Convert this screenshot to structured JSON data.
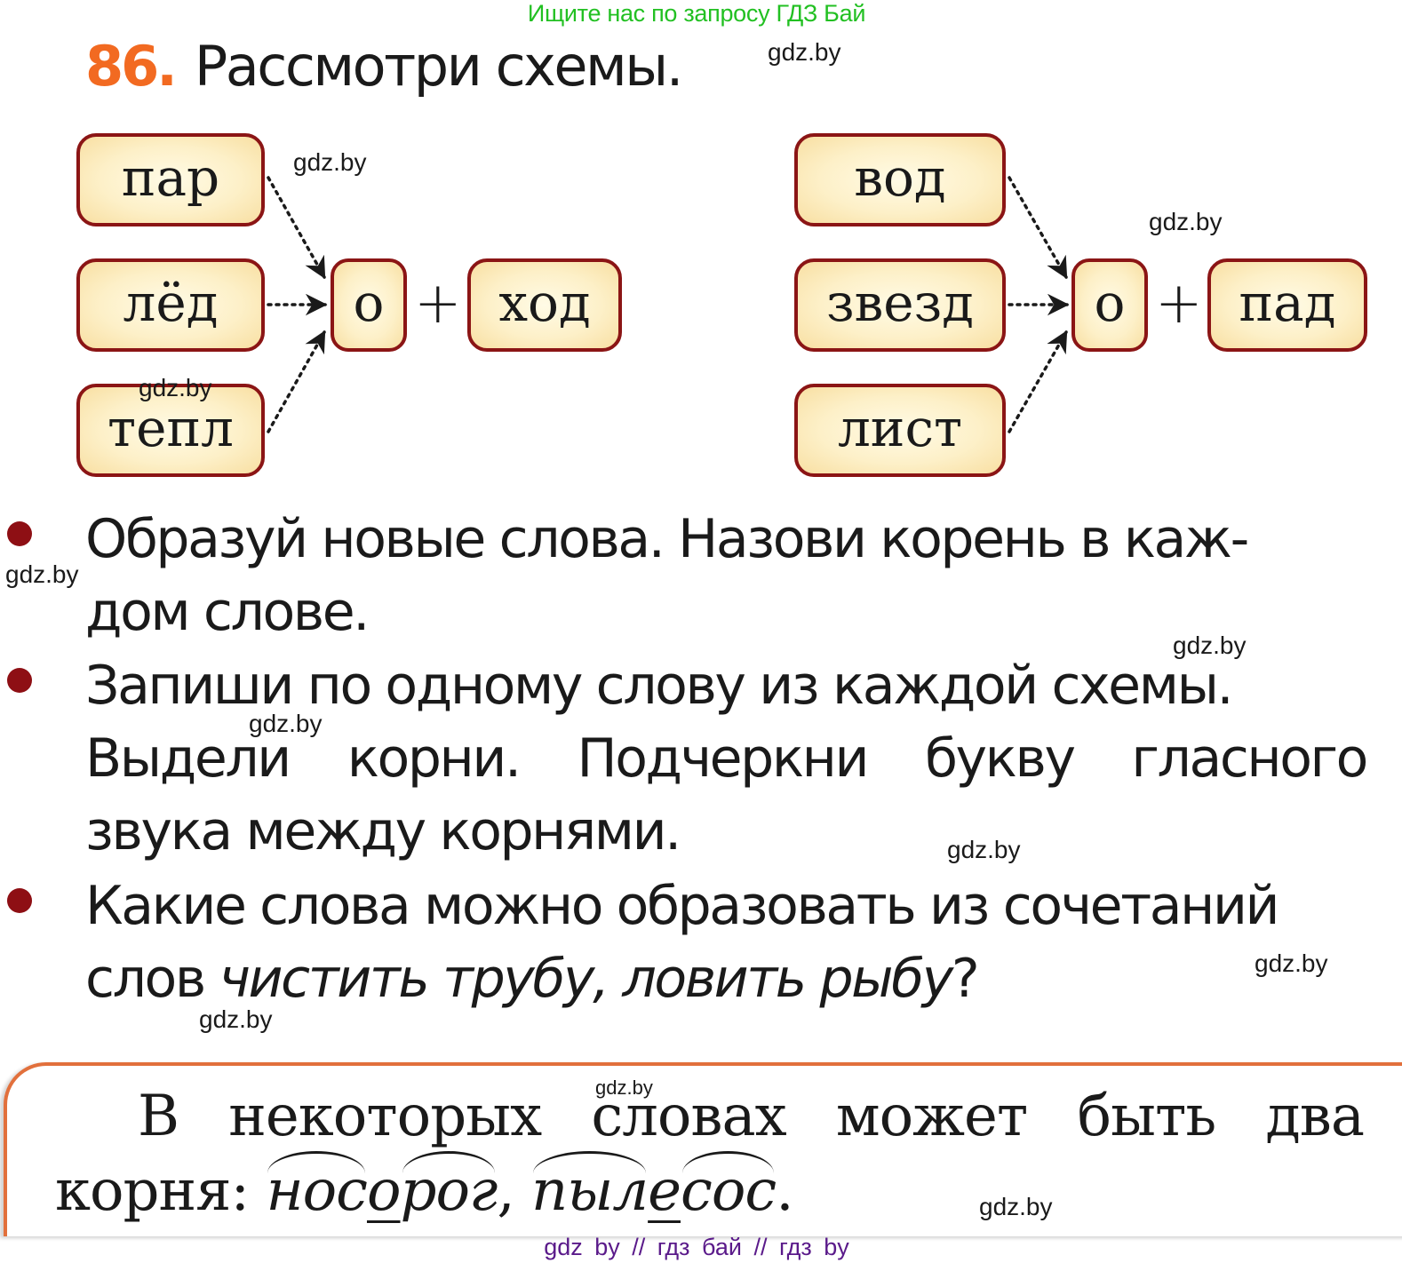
{
  "top_banner": "Ищите нас по запросу ГДЗ Бай",
  "exercise": {
    "number": "86.",
    "title": "Рассмотри схемы."
  },
  "scheme_left": {
    "sources": [
      "пар",
      "лёд",
      "тепл"
    ],
    "connector": "о",
    "plus": "+",
    "target": "ход"
  },
  "scheme_right": {
    "sources": [
      "вод",
      "звезд",
      "лист"
    ],
    "connector": "о",
    "plus": "+",
    "target": "пад"
  },
  "tasks": [
    {
      "line1": "Образуй новые слова. Назови корень в каж-",
      "line2": "дом слове."
    },
    {
      "line1": "Запиши по одному слову из каждой схемы.",
      "line2_words": [
        "Выдели",
        "корни.",
        "Подчеркни",
        "букву",
        "гласного"
      ],
      "line3": "звука между корнями."
    },
    {
      "line1": "Какие слова можно образовать из сочетаний",
      "line2_plain": "слов ",
      "line2_italic": "чистить трубу, ловить рыбу",
      "line2_end": "?"
    }
  ],
  "rule": {
    "line1_words": [
      "В",
      "некоторых",
      "словах",
      "может",
      "быть",
      "два"
    ],
    "line2_prefix": "корня: ",
    "example1": {
      "root1": "нос",
      "link": "о",
      "root2": "рог",
      "after": ", "
    },
    "example2": {
      "root1": "пыл",
      "link": "е",
      "root2": "сос",
      "after": "."
    }
  },
  "watermarks": {
    "w1": "gdz.by",
    "w2": "gdz.by",
    "w3": "gdz.by",
    "w4": "gdz.by",
    "w5": "gdz.by",
    "w6": "gdz.by",
    "w7": "gdz.by",
    "w8": "gdz.by",
    "w9": "gdz.by",
    "w10": "gdz.by",
    "w11": "gdz.by",
    "w12": "gdz.by"
  },
  "footer": "gdz by  //  гдз бай  //  гдз by",
  "colors": {
    "number": "#f26a21",
    "box_border": "#8b1515",
    "box_fill": "#fdf0c8",
    "bullet": "#8e0f14",
    "rule_border": "#e2703c",
    "banner": "#22c022",
    "footer": "#5a1a8a"
  }
}
